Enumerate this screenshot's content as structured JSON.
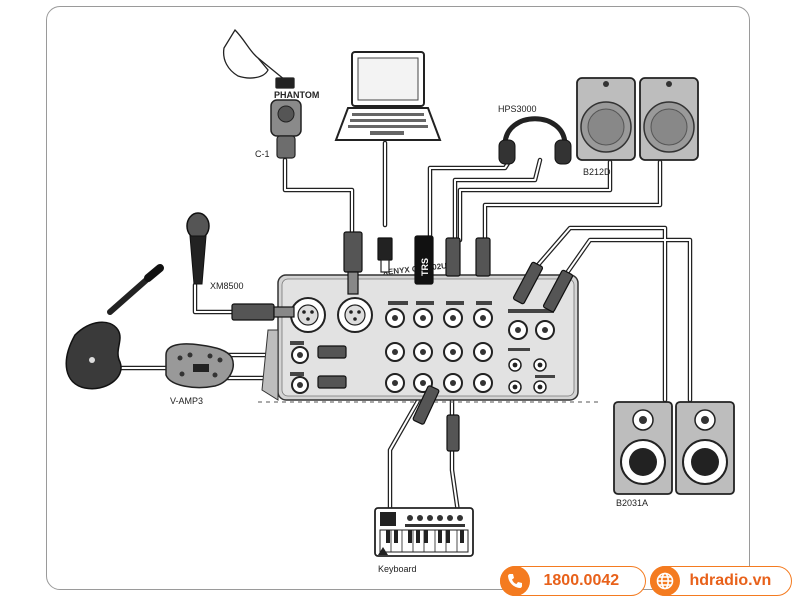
{
  "labels": {
    "phantom": "PHANTOM",
    "mic_c1": "C-1",
    "headphones": "HPS3000",
    "speaker_top": "B212D",
    "mic_xm": "XM8500",
    "amp": "V-AMP3",
    "speaker_bottom": "B2031A",
    "keyboard": "Keyboard",
    "trs": "TRS",
    "mixer_brand": "XENYX QX1202USB"
  },
  "contact": {
    "phone": "1800.0042",
    "website": "hdradio.vn",
    "accent_color": "#f47b20",
    "phone_icon": "phone-icon",
    "web_icon": "globe-icon"
  }
}
